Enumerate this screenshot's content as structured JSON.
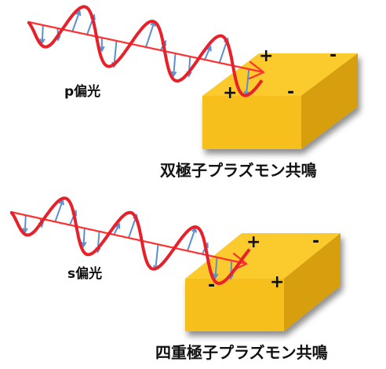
{
  "colors": {
    "wave": "#e8202a",
    "arrow": "#ff3030",
    "vector": "#5b8fd0",
    "block_top": "#fbcb2e",
    "block_front": "#f6bf1b",
    "block_side": "#d79e0a",
    "text": "#111111"
  },
  "panels": [
    {
      "polarization_label": "p偏光",
      "resonance_label": "双極子プラズモン共鳴",
      "charges": [
        "+",
        "-",
        "+",
        "-"
      ]
    },
    {
      "polarization_label": "s偏光",
      "resonance_label": "四重極子プラズモン共鳴",
      "charges": [
        "+",
        "-",
        "-",
        "+"
      ]
    }
  ]
}
